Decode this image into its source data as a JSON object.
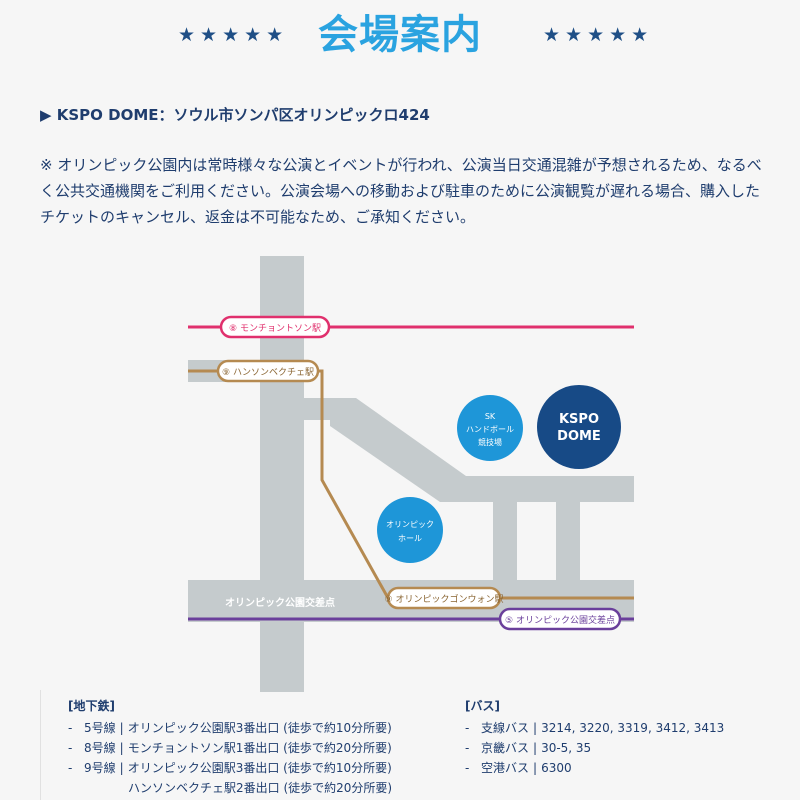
{
  "header": {
    "title": "会場案内",
    "stars_left": "★★★★★",
    "stars_right": "★★★★★"
  },
  "address": "▶ KSPO DOME：ソウル市ソンパ区オリンピックロ424",
  "notice": "※ オリンピック公園内は常時様々な公演とイベントが行われ、公演当日交通混雑が予想されるため、なるべく公共交通機関をご利用ください。公演会場への移動および駐車のために公演観覧が遅れる場合、購入したチケットのキャンセル、返金は不可能なため、ご承知ください。",
  "map": {
    "station_monchon": "⑧ モンチョントソン駅",
    "station_hanseong": "⑨ ハンソンベクチェ駅",
    "station_gongwon": "⑨ オリンピックゴンウォン駅",
    "station_intersection": "⑤ オリンピック公園交差点",
    "road_label": "オリンピック公園交差点",
    "sk_handball_l1": "SK",
    "sk_handball_l2": "ハンドボール",
    "sk_handball_l3": "競技場",
    "olympic_hall_l1": "オリンピック",
    "olympic_hall_l2": "ホール",
    "kspo_l1": "KSPO",
    "kspo_l2": "DOME",
    "colors": {
      "road": "#c5cbcd",
      "line8": "#e0306d",
      "line9": "#b58a51",
      "line5": "#6a3f9b",
      "venue_light": "#1e96d8",
      "venue_dark": "#174a86"
    }
  },
  "subway": {
    "heading": "[地下鉄]",
    "rows": [
      {
        "dash": "-",
        "line": "5号線",
        "sep": "|",
        "desc": "オリンピック公園駅3番出口 (徒歩で約10分所要)"
      },
      {
        "dash": "-",
        "line": "8号線",
        "sep": "|",
        "desc": "モンチョントソン駅1番出口 (徒歩で約20分所要)"
      },
      {
        "dash": "-",
        "line": "9号線",
        "sep": "|",
        "desc": "オリンピック公園駅3番出口 (徒歩で約10分所要)"
      },
      {
        "dash": "",
        "line": "",
        "sep": "",
        "desc": "ハンソンベクチェ駅2番出口 (徒歩で約20分所要)"
      }
    ]
  },
  "bus": {
    "heading": "[バス]",
    "rows": [
      {
        "dash": "-",
        "type": "支線バス",
        "sep": "|",
        "nums": "3214, 3220, 3319, 3412, 3413"
      },
      {
        "dash": "-",
        "type": "京畿バス",
        "sep": "|",
        "nums": "30-5, 35"
      },
      {
        "dash": "-",
        "type": "空港バス",
        "sep": "|",
        "nums": "6300"
      }
    ]
  }
}
